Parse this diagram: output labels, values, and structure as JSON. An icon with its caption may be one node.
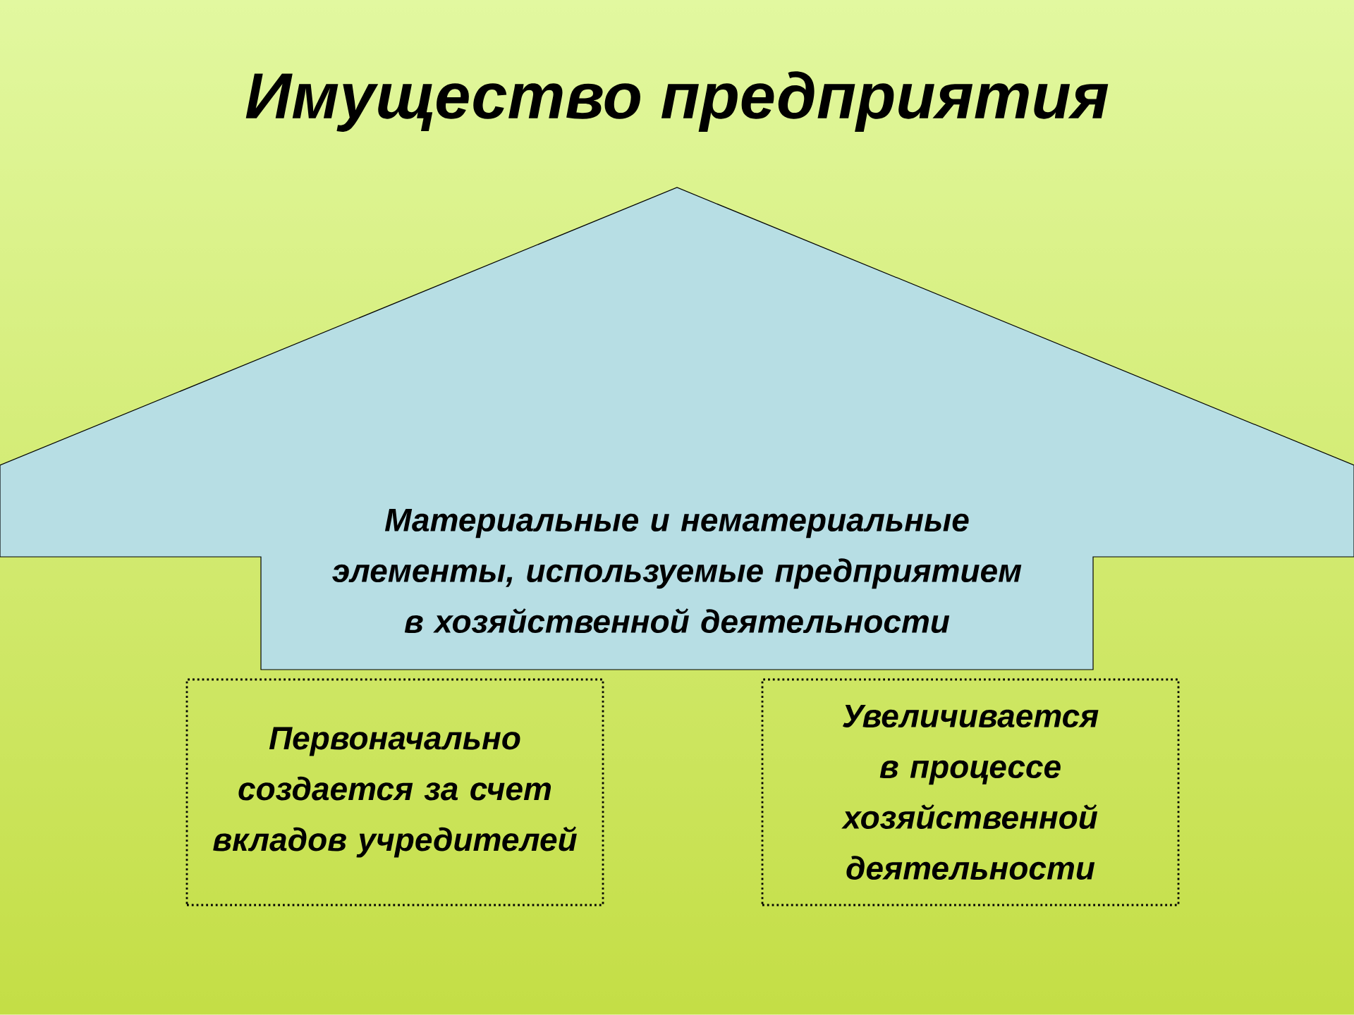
{
  "diagram": {
    "title": "Имущество предприятия",
    "nodes": [
      {
        "text": [
          "Материальные и нематериальные элементы, используемые предприятием в хозяйственной деятельности"
        ]
      },
      {
        "text": [
          "Первоначально создается за счет вкладов учредителей"
        ]
      },
      {
        "text": [
          "Увеличивается в процессе хозяйственной деятельности"
        ]
      }
    ],
    "edges": []
  }
}
